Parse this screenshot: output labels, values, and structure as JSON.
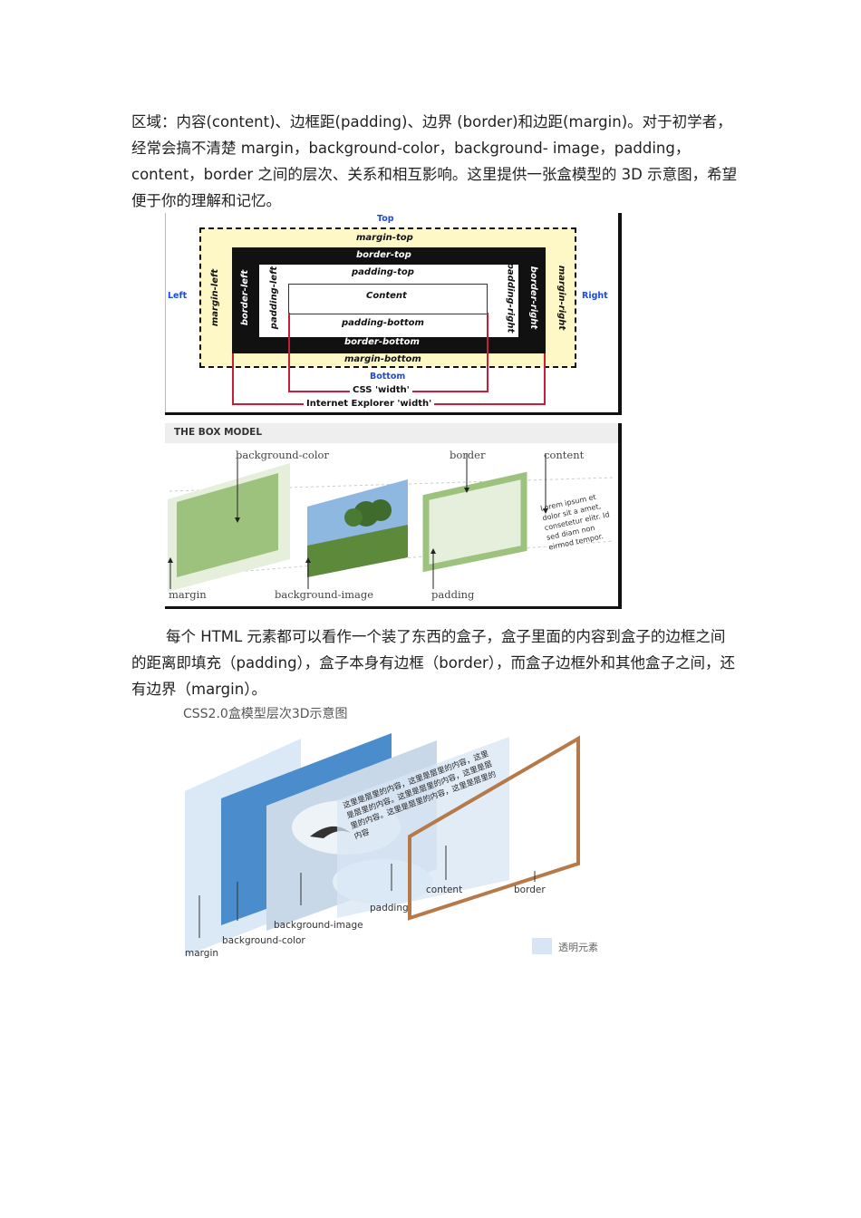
{
  "paragraphs": {
    "intro": "区域：内容(content)、边框距(padding)、边界 (border)和边距(margin)。对于初学者，经常会搞不清楚 margin，background-color，background- image，padding，content，border 之间的层次、关系和相互影响。这里提供一张盒模型的 3D 示意图，希望便于你的理解和记忆。",
    "second": "每个 HTML 元素都可以看作一个装了东西的盒子，盒子里面的内容到盒子的边框之间的距离即填充（padding），盒子本身有边框（border），而盒子边框外和其他盒子之间，还有边界（margin）。"
  },
  "figure1": {
    "top": "Top",
    "bottom": "Bottom",
    "left": "Left",
    "right": "Right",
    "margin_top": "margin-top",
    "margin_bottom": "margin-bottom",
    "margin_left": "margin-left",
    "margin_right": "margin-right",
    "border_top": "border-top",
    "border_bottom": "border-bottom",
    "border_left": "border-left",
    "border_right": "border-right",
    "padding_top": "padding-top",
    "padding_bottom": "padding-bottom",
    "padding_left": "padding-left",
    "padding_right": "padding-right",
    "content": "Content",
    "css_width": "CSS 'width'",
    "ie_width": "Internet Explorer 'width'"
  },
  "figure2": {
    "title": "THE BOX MODEL",
    "background_color": "background-color",
    "border": "border",
    "content": "content",
    "margin": "margin",
    "background_image": "background-image",
    "padding": "padding",
    "lorem": "Lorem ipsum et dolor sit a amet, consetetur elitr. Id sed diam non eirmod tempor."
  },
  "figure3": {
    "title": "CSS2.0盒模型层次3D示意图",
    "content_text": "这里是层里的内容，这里是层里的内容，这里是层里的内容。这里是层里的内容，这里是层里的内容。这里是层里的内容，这里是层里的内容",
    "content": "content",
    "border": "border",
    "padding": "padding",
    "background_image": "background-image",
    "background_color": "background-color",
    "margin": "margin",
    "legend": "透明元素"
  },
  "colors": {
    "margin_yellow": "#fdf8c6",
    "guide_red": "#c41e3a",
    "label_blue": "#1c4bd8",
    "bg_green": "#9dc27d",
    "box_blue": "#4a8ccc",
    "frame_brown": "#b67a4a",
    "transparent_layer": "#d7e5f4"
  }
}
